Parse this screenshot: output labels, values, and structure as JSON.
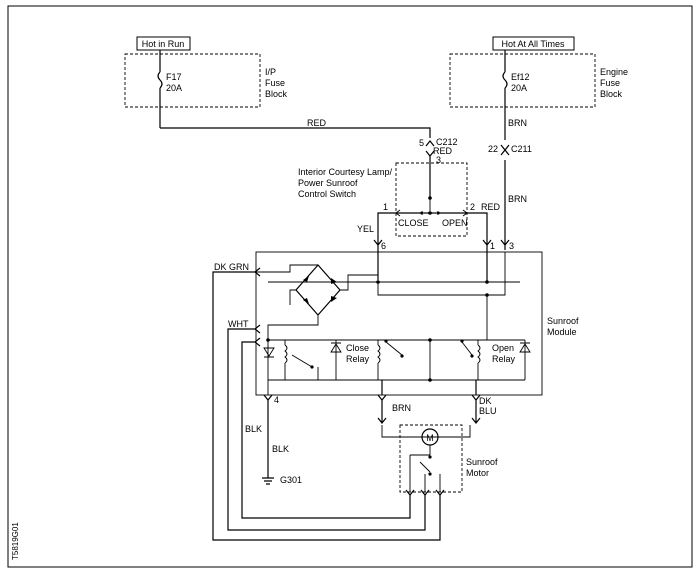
{
  "power": {
    "hot_in_run": "Hot in Run",
    "hot_at_all_times": "Hot At All Times",
    "f17_name": "F17",
    "f17_amps": "20A",
    "ip_fuse_block": [
      "I/P",
      "Fuse",
      "Block"
    ],
    "ef12_name": "Ef12",
    "ef12_amps": "20A",
    "engine_fuse_block": [
      "Engine",
      "Fuse",
      "Block"
    ]
  },
  "connectors": {
    "c212": "C212",
    "c212_pin_top": "5",
    "c212_pin_bottom": "3",
    "c211": "C211",
    "c211_pin": "22"
  },
  "wires": {
    "red_top": "RED",
    "red_mid": "RED",
    "red_switch": "RED",
    "brn_top": "BRN",
    "brn_mid": "BRN",
    "yel": "YEL",
    "dk_grn": "DK GRN",
    "wht": "WHT",
    "blk_1": "BLK",
    "blk_2": "BLK",
    "brn_motor": "BRN",
    "dk_blu": [
      "DK",
      "BLU"
    ]
  },
  "switch": {
    "title": [
      "Interior Courtesy Lamp/",
      "Power Sunroof",
      "Control Switch"
    ],
    "close": "CLOSE",
    "open": "OPEN",
    "pin_left": "1",
    "pin_right": "2"
  },
  "module": {
    "name": [
      "Sunroof",
      "Module"
    ],
    "pin_6": "6",
    "pin_1": "1",
    "pin_3": "3",
    "pin_4": "4",
    "close_relay": [
      "Close",
      "Relay"
    ],
    "open_relay": [
      "Open",
      "Relay"
    ]
  },
  "motor": {
    "symbol": "M",
    "name": [
      "Sunroof",
      "Motor"
    ]
  },
  "ground": "G301",
  "figure_id": "T5819G01"
}
